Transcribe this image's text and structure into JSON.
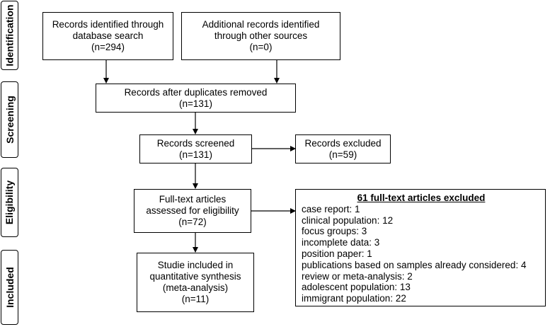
{
  "stages": [
    {
      "id": "identification",
      "label": "Identification"
    },
    {
      "id": "screening",
      "label": "Screening"
    },
    {
      "id": "eligibility",
      "label": "Eligibility"
    },
    {
      "id": "included",
      "label": "Included"
    }
  ],
  "boxes": {
    "database_search": {
      "lines": [
        "Records identified through",
        "database search",
        "(n=294)"
      ]
    },
    "other_sources": {
      "lines": [
        "Additional records identified",
        "through other sources",
        "(n=0)"
      ]
    },
    "after_duplicates": {
      "lines": [
        "Records after duplicates removed",
        "(n=131)"
      ]
    },
    "screened": {
      "lines": [
        "Records screened",
        "(n=131)"
      ]
    },
    "excluded": {
      "lines": [
        "Records excluded",
        "(n=59)"
      ]
    },
    "full_text": {
      "lines": [
        "Full-text articles",
        "assessed for eligibility",
        "(n=72)"
      ]
    },
    "included": {
      "lines": [
        "Studie included in",
        "quantitative synthesis",
        "(meta-analysis)",
        "(n=11)"
      ]
    }
  },
  "exclusions": {
    "title": "61 full-text articles excluded",
    "items": [
      "case report: 1",
      "clinical population: 12",
      "focus groups: 3",
      "incomplete data: 3",
      "position paper: 1",
      "publications based on samples already considered: 4",
      "review or meta-analysis: 2",
      "adolescent population: 13",
      "immigrant population: 22"
    ]
  }
}
